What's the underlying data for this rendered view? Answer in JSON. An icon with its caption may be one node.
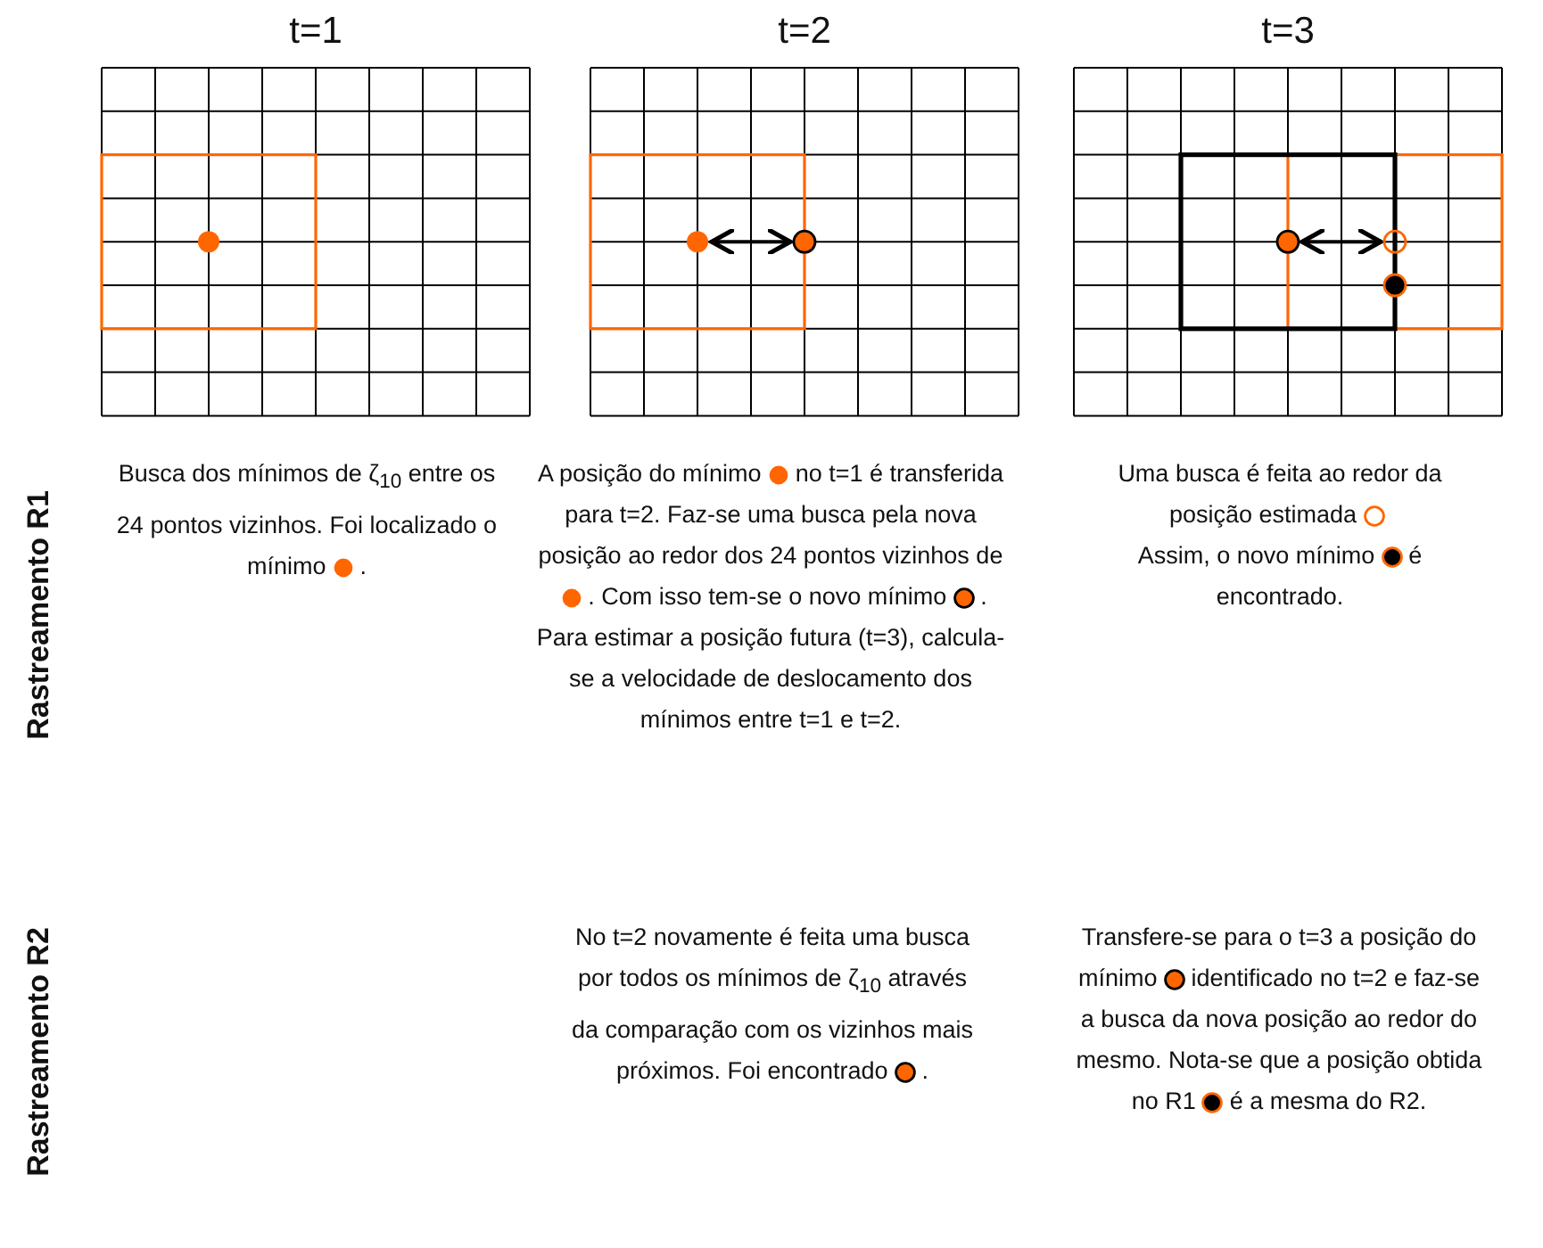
{
  "diagram": {
    "labels": [
      "t=1",
      "t=2",
      "t=3",
      "Rastreamento R1",
      "Busca dos mínimos de ζ$_{10}$ entre os 24 pontos vizinhos. Foi localizado o mínimo",
      ".",
      "A posição do mínimo",
      "no t=1 é transferida para t=2. Faz-se uma busca pela nova posição ao redor dos 24 pontos vizinhos de",
      ". Com isso tem-se o novo mínimo",
      ".",
      "Para estimar a posição futura (t=3), calcula-se a velocidade de deslocamento dos mínimos entre t=1 e t=2.",
      "Uma busca é feita ao redor da posição estimada",
      "Assim, o novo mínimo",
      "é encontrado.",
      "Rastreamento R2",
      "No t=2 novamente é feita uma busca por todos os mínimos de ζ$_{10}$ através da comparação com os vizinhos mais próximos. Foi encontrado",
      ".",
      "Transfere-se para o t=3 a posição do mínimo",
      "identificado no t=2 e faz-se a busca da nova posição ao redor do mesmo. Nota-se que a posição obtida no R1",
      "é a mesma do R2."
    ]
  }
}
